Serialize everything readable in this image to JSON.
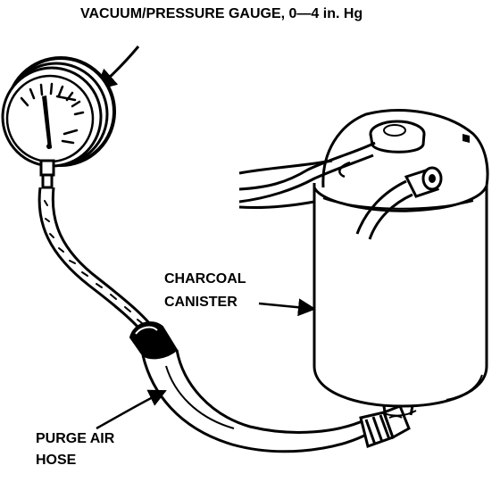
{
  "labels": {
    "gauge": "VACUUM/PRESSURE GAUGE, 0—4 in. Hg",
    "canister_line1": "CHARCOAL",
    "canister_line2": "CANISTER",
    "hose_line1": "PURGE AIR",
    "hose_line2": "HOSE"
  },
  "colors": {
    "ink": "#000000",
    "paper": "#ffffff"
  }
}
